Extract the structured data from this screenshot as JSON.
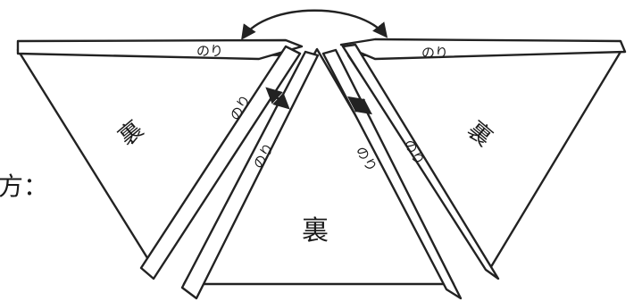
{
  "diagram": {
    "glue_label": "のり",
    "back_label": "裏",
    "left_fragment": "方："
  }
}
